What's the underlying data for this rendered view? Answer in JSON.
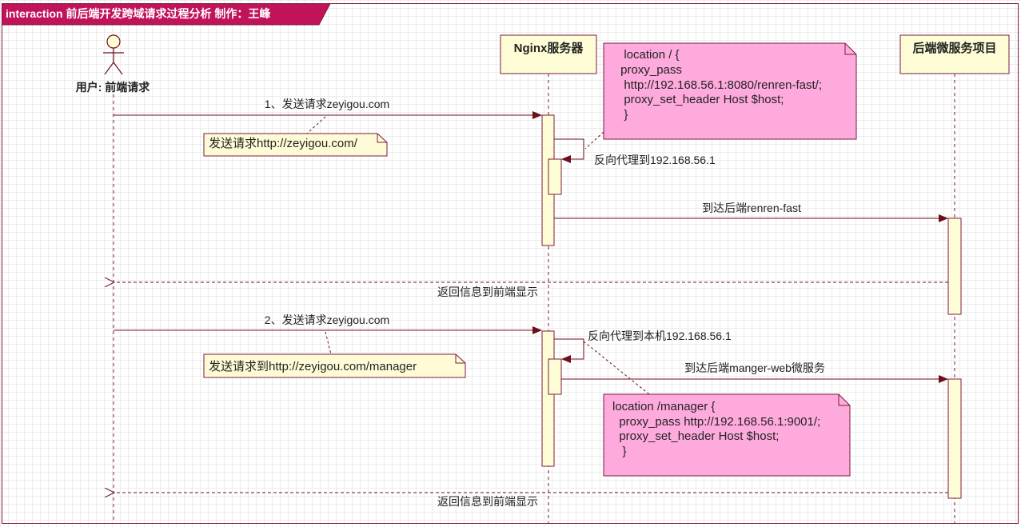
{
  "frame": {
    "title": "interaction 前后端开发跨域请求过程分析  制作：王峰"
  },
  "participants": {
    "user": "用户: 前端请求",
    "nginx": "Nginx服务器",
    "backend": "后端微服务项目"
  },
  "messages": {
    "m1": "1、发送请求zeyigou.com",
    "self1": "反向代理到192.168.56.1",
    "to_backend1": "到达后端renren-fast",
    "return1": "返回信息到前端显示",
    "m2": "2、发送请求zeyigou.com",
    "self2": "反向代理到本机192.168.56.1",
    "to_backend2": "到达后端manger-web微服务",
    "return2": "返回信息到前端显示"
  },
  "notes": {
    "note1": "发送请求http://zeyigou.com/",
    "note2": "发送请求到http://zeyigou.com/manager",
    "config1": [
      "  location / {",
      " proxy_pass",
      "  http://192.168.56.1:8080/renren-fast/;",
      "  proxy_set_header Host $host;",
      "  }"
    ],
    "config2": [
      "location /manager {",
      "  proxy_pass http://192.168.56.1:9001/;",
      "  proxy_set_header Host $host;",
      "   }"
    ]
  },
  "colors": {
    "frame_border": "#7a1c3a",
    "frame_tab": "#c0135a",
    "note_fill": "#fffbd6",
    "config_fill": "#ffaadd",
    "box_fill": "#fffdd6",
    "line": "#7a1c3a"
  }
}
